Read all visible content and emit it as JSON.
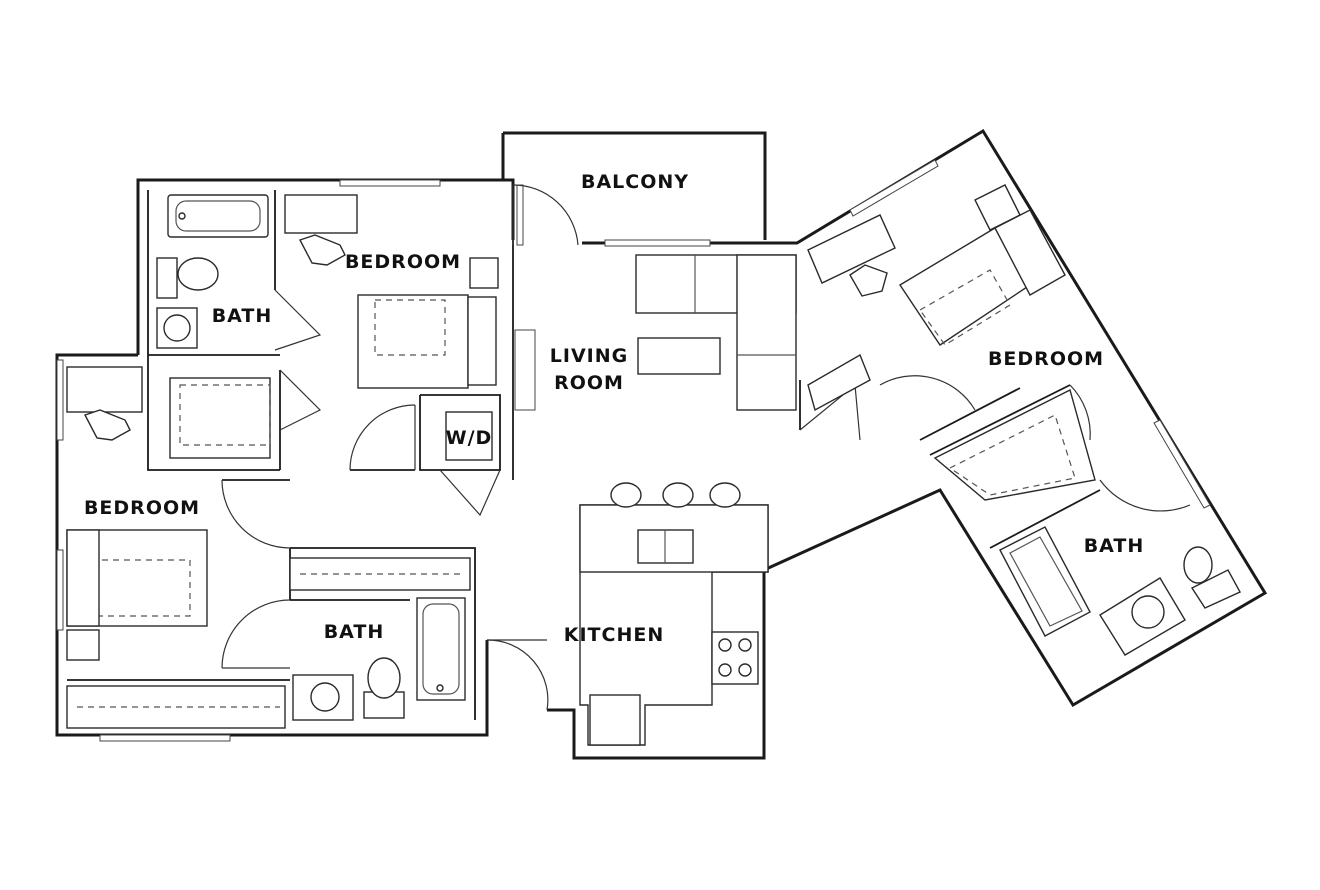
{
  "rooms": {
    "balcony": "BALCONY",
    "bedroom_top": "BEDROOM",
    "bath_top_left": "BATH",
    "living_line1": "LIVING",
    "living_line2": "ROOM",
    "wd": "W/D",
    "bedroom_left": "BEDROOM",
    "bath_bottom": "BATH",
    "kitchen": "KITCHEN",
    "bedroom_right": "BEDROOM",
    "bath_right": "BATH"
  }
}
